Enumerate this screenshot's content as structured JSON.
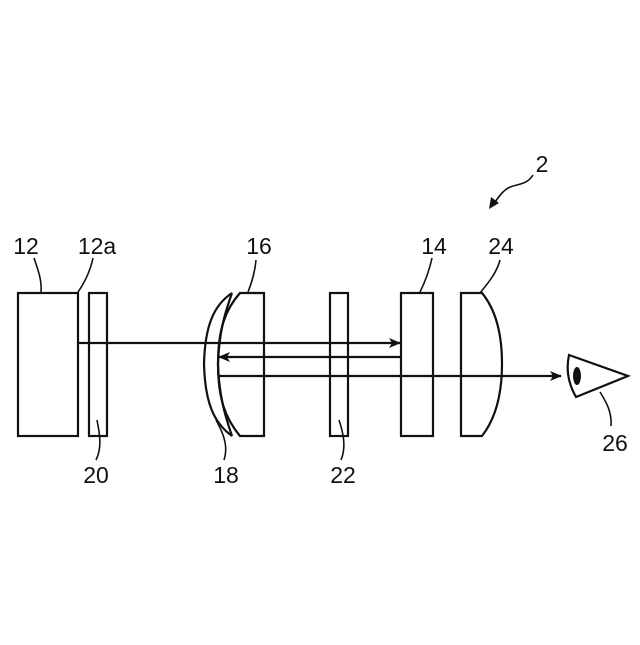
{
  "figure": {
    "labels": {
      "system": "2",
      "display": "12",
      "display_surface": "12a",
      "lens_group_16": "16",
      "element_14": "14",
      "lens_24": "24",
      "plate_20": "20",
      "element_18": "18",
      "plate_22": "22",
      "eye": "26"
    }
  }
}
